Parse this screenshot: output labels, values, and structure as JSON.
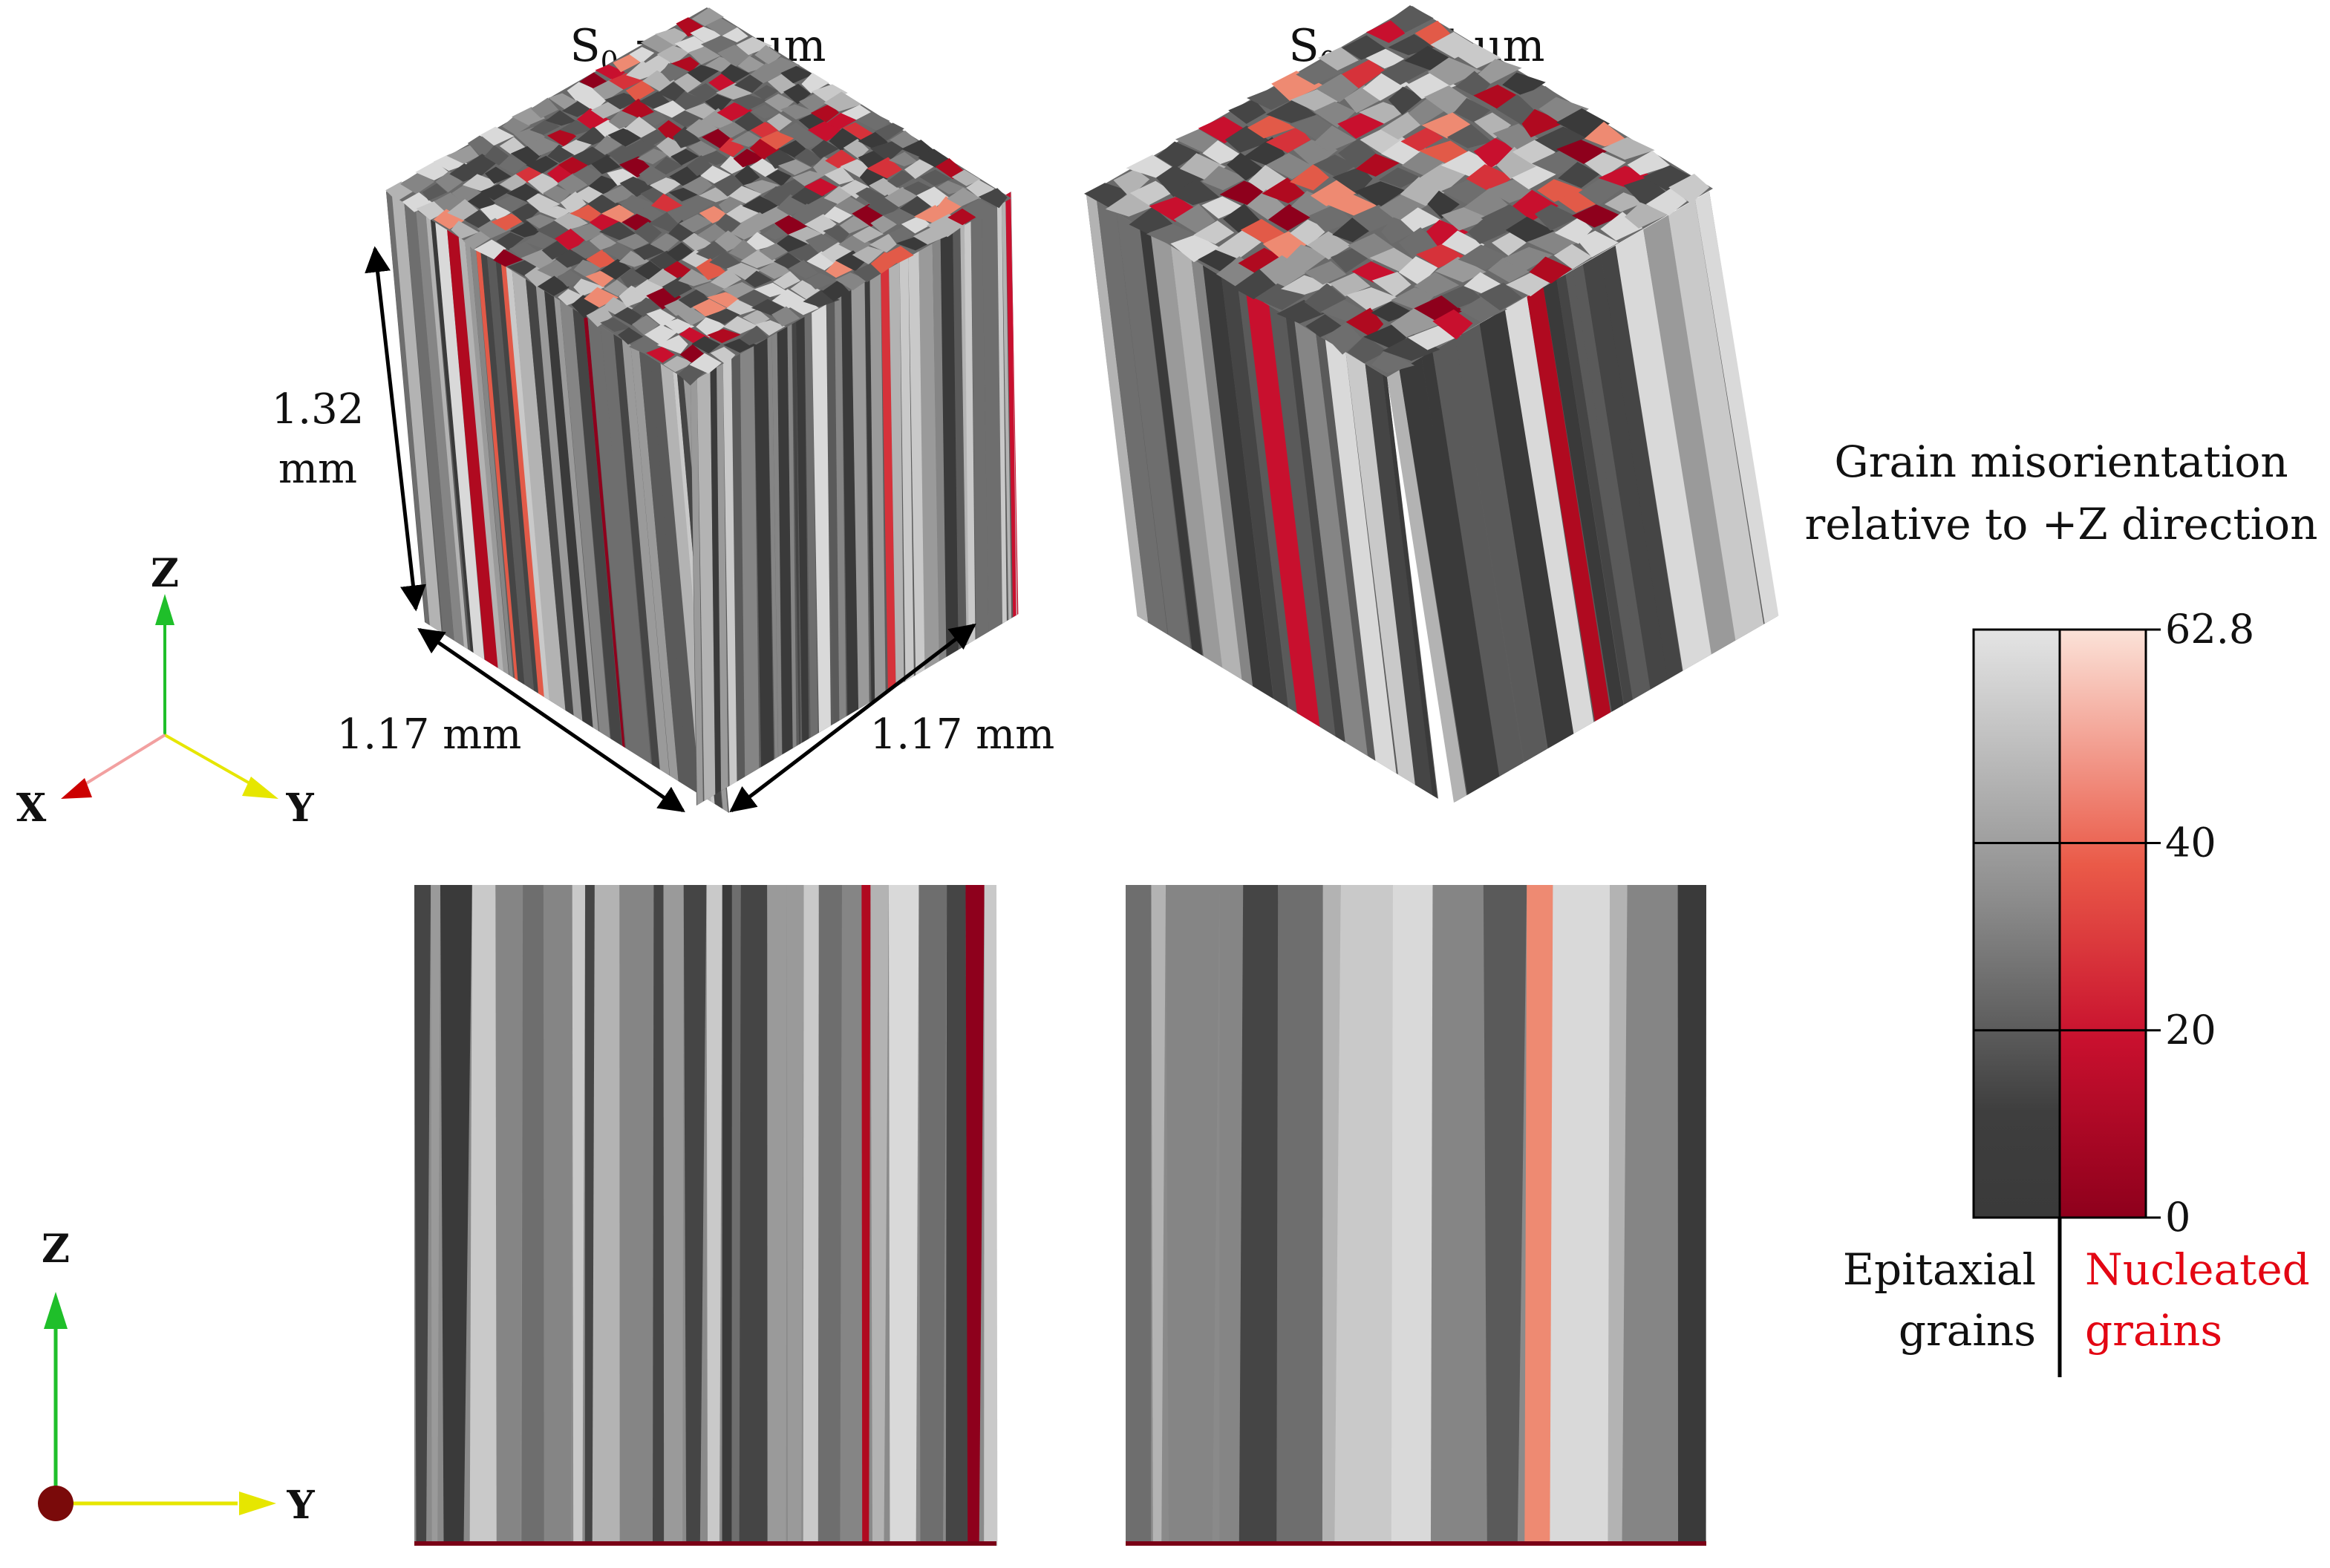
{
  "panels": {
    "left_title": {
      "prefix": "S",
      "sub": "0",
      "suffix": " = 25 μm"
    },
    "right_title": {
      "prefix": "S",
      "sub": "0",
      "suffix": " = 65 μm"
    }
  },
  "dimensions": {
    "height_value": "1.32",
    "height_unit": "mm",
    "width_x": "1.17 mm",
    "width_y": "1.17 mm"
  },
  "axes_3d": {
    "z": "Z",
    "x": "X",
    "y": "Y"
  },
  "axes_2d": {
    "z": "Z",
    "y": "Y"
  },
  "legend": {
    "title_line1": "Grain misorientation",
    "title_line2": "relative to +Z direction",
    "ticks": [
      "62.8",
      "40",
      "20",
      "0"
    ],
    "tick_values": [
      62.8,
      40,
      20,
      0
    ],
    "max": 62.8,
    "epitaxial_line1": "Epitaxial",
    "epitaxial_line2": "grains",
    "nucleated_line1": "Nucleated",
    "nucleated_line2": "grains"
  },
  "colors": {
    "nucleated_text": "#e30613",
    "gray_dark": "#3a3a3a",
    "gray_light": "#e4e4e4",
    "red_dark": "#8e001c",
    "red_light": "#fbe2d8",
    "axis_z": "#1fbf2a",
    "axis_y": "#e6e600",
    "axis_x": "#cc0000"
  }
}
